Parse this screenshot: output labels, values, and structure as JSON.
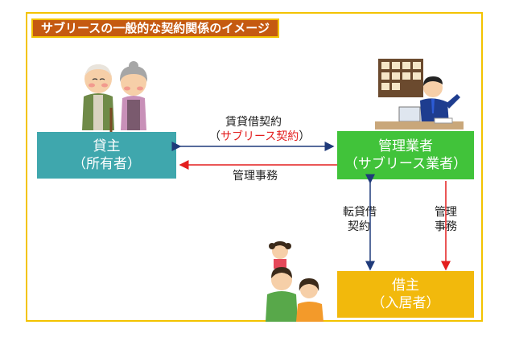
{
  "title": "サブリースの一般的な契約関係のイメージ",
  "owner": {
    "line1": "貸主",
    "line2": "（所有者）"
  },
  "manager": {
    "line1": "管理業者",
    "line2": "（サブリース業者）"
  },
  "tenant": {
    "line1": "借主",
    "line2": "（入居者）"
  },
  "lease_label": {
    "line1": "賃貸借契約",
    "line2_open": "（",
    "line2_red": "サブリース契約",
    "line2_close": "）"
  },
  "management_label": "管理事務",
  "sublease_label": {
    "line1": "転貸借",
    "line2": "契約"
  },
  "manage2_label": {
    "line1": "管理",
    "line2": "事務"
  },
  "colors": {
    "banner": "#c55a11",
    "frame": "#f3c300",
    "owner_box": "#3fa7ad",
    "manager_box": "#41c33a",
    "tenant_box": "#f2b90c",
    "arrow_blue": "#1f3a7a",
    "arrow_red": "#e31e1e"
  }
}
